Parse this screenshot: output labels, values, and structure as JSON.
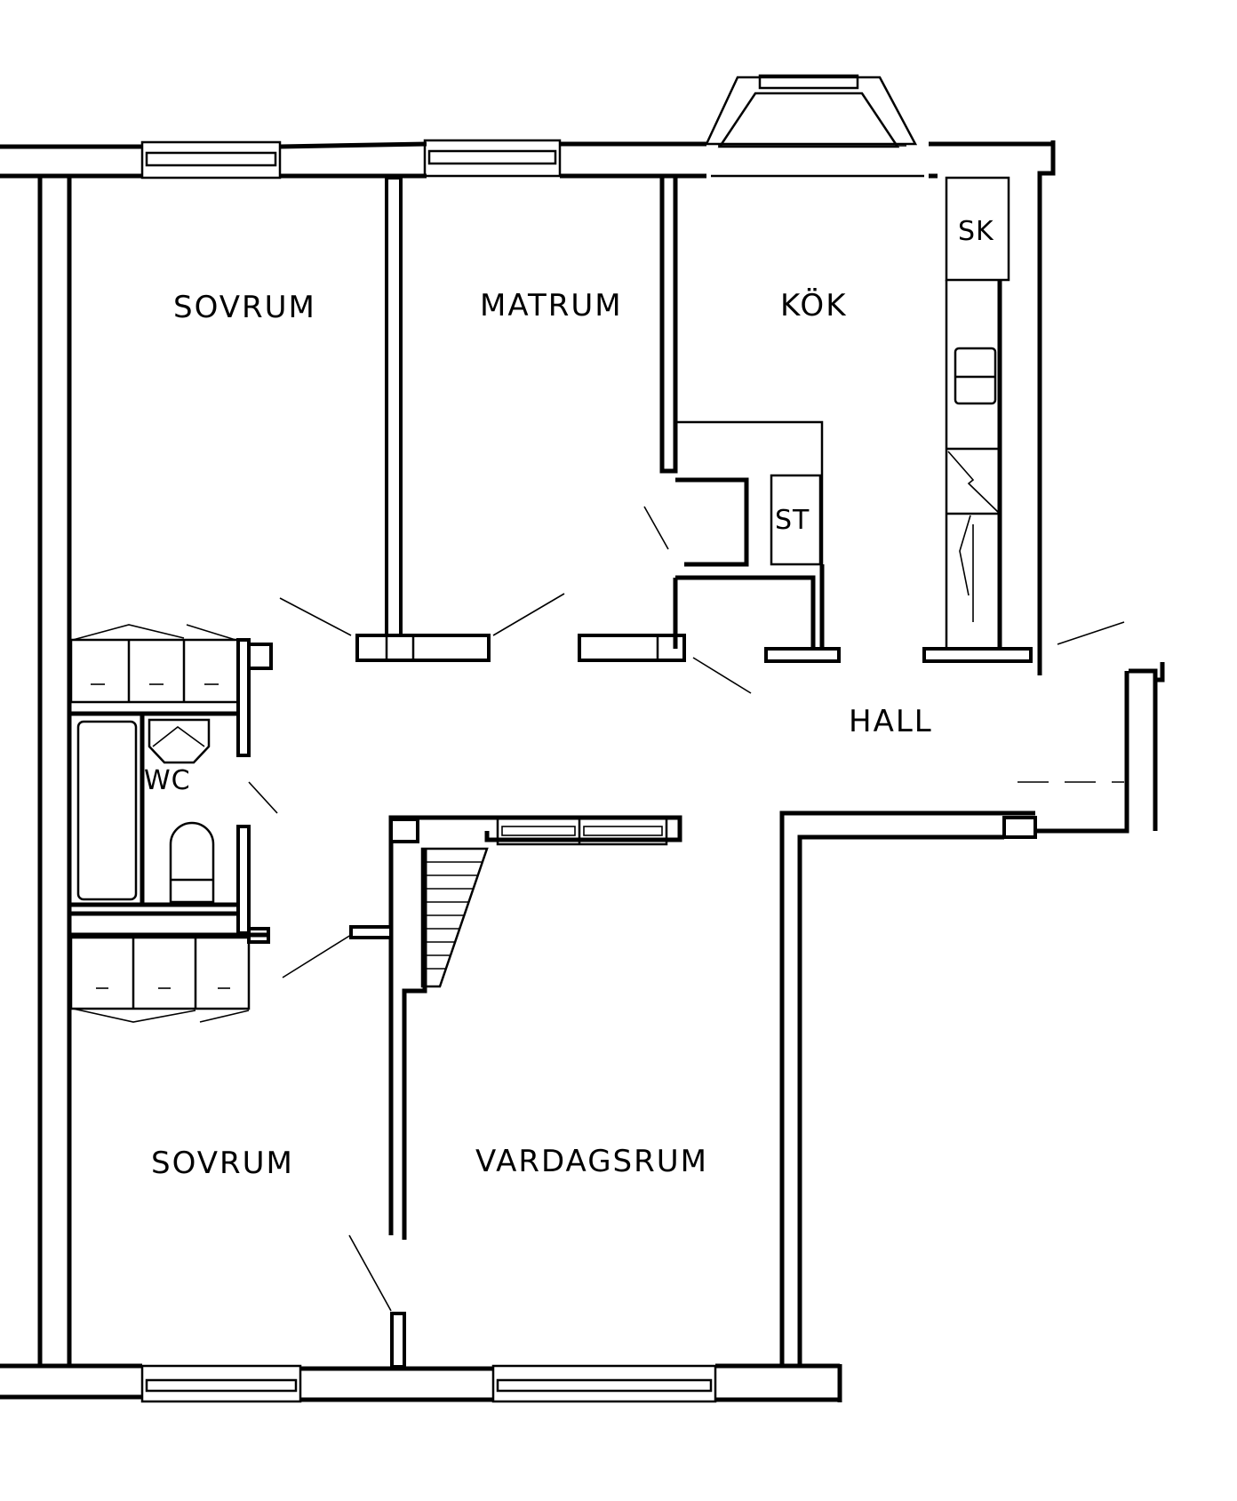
{
  "plan": {
    "rooms": {
      "sovrum_top": "SOVRUM",
      "matrum": "MATRUM",
      "kok": "KÖK",
      "sk": "SK",
      "st": "ST",
      "wc": "WC",
      "hall": "HALL",
      "sovrum_bottom": "SOVRUM",
      "vardagsrum": "VARDAGSRUM"
    },
    "colors": {
      "line": "#000000",
      "background": "#ffffff"
    }
  }
}
